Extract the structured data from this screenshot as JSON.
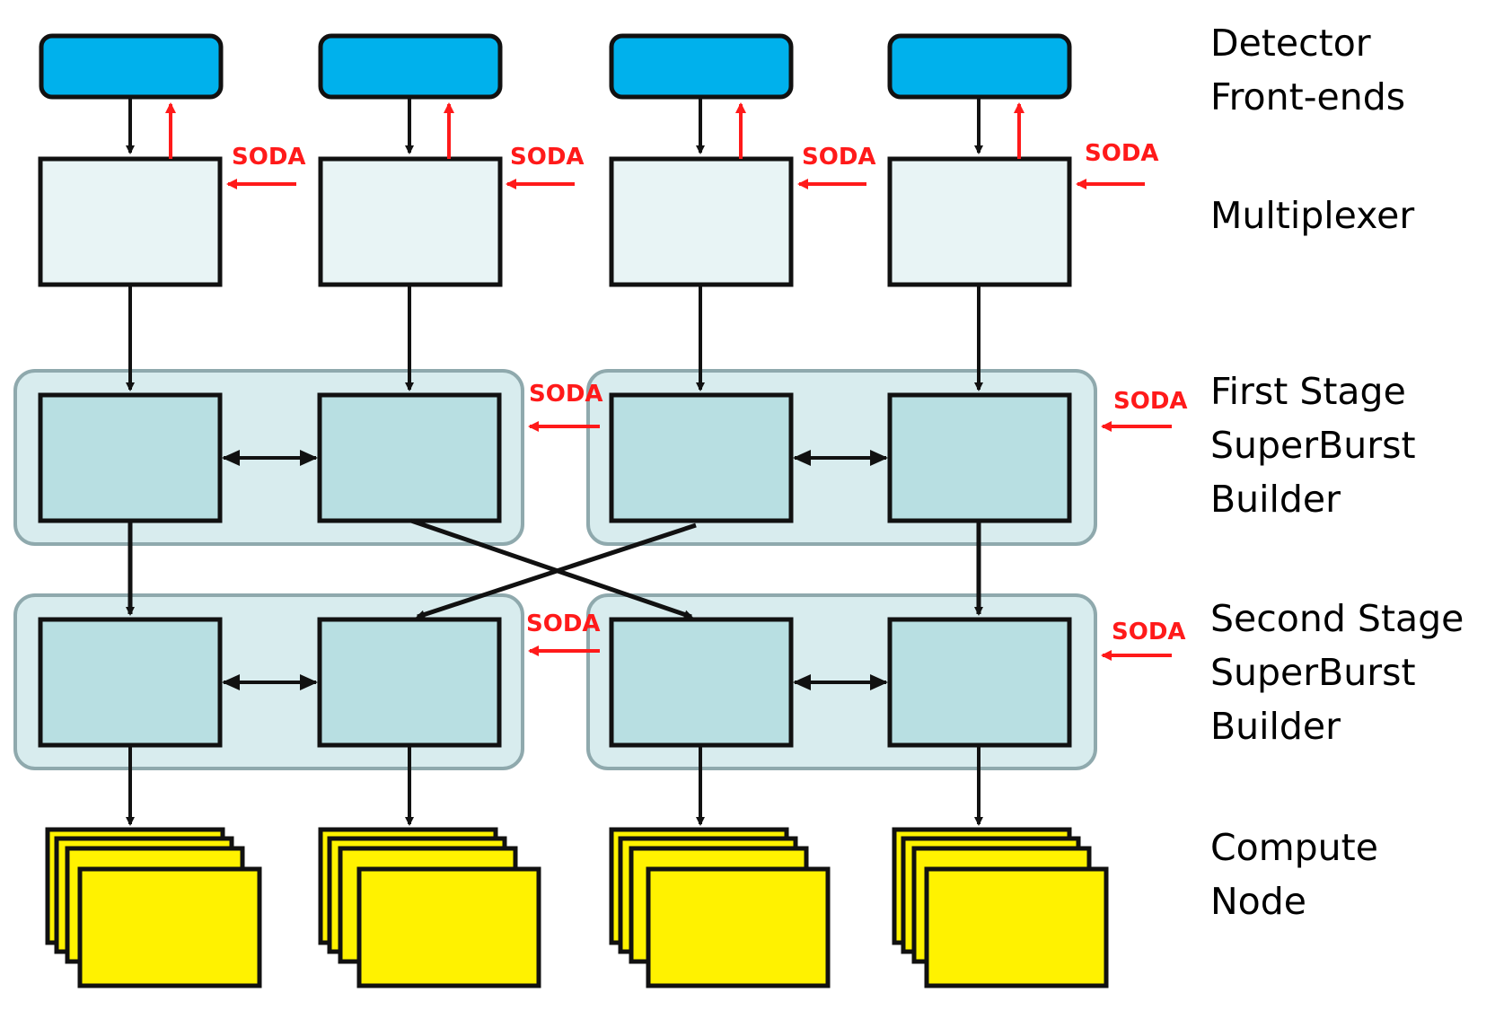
{
  "stages": {
    "frontends": [
      "Detector",
      "Front-ends"
    ],
    "multiplexer": [
      "Multiplexer"
    ],
    "first_stage": [
      "First Stage",
      "SuperBurst",
      "Builder"
    ],
    "second_stage": [
      "Second Stage",
      "SuperBurst",
      "Builder"
    ],
    "compute": [
      "Compute",
      "Node"
    ]
  },
  "soda_label": "SODA",
  "colors": {
    "frontend": "#00b1ec",
    "multiplexer": "#e8f4f5",
    "builder": "#b8dfe2",
    "group": "#d8ecee",
    "group_border": "#8fa9ad",
    "compute": "#fff200",
    "soda": "#ff1a1a",
    "line": "#111111"
  }
}
